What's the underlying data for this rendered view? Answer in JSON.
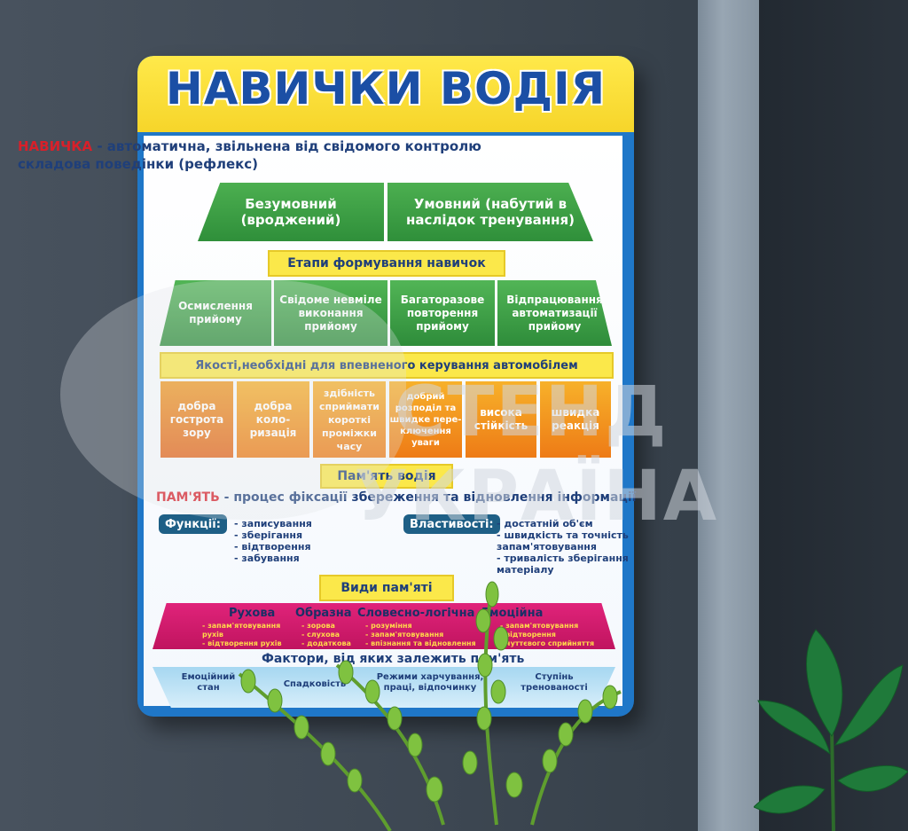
{
  "poster": {
    "title": "НАВИЧКИ ВОДІЯ",
    "definition_keyword": "НАВИЧКА",
    "definition_line1": " - автоматична, звільнена від свідомого контролю",
    "definition_line2": "складова поведінки (рефлекс)",
    "reflex_types": [
      "Безумовний (вроджений)",
      "Умовний (набутий в наслідок тренування)"
    ],
    "stages_title": "Етапи формування навичок",
    "stages": [
      "Осмислення прийому",
      "Свідоме невміле виконання прийому",
      "Багаторазове повторення прийому",
      "Відпрацювання автоматизації прийому"
    ],
    "qualities_title_part1": "Якості,",
    "qualities_title_part2": " необхідні для впевненого керування автомобілем",
    "qualities": [
      "добра гострота зору",
      "добра коло-ризація",
      "здібність сприймати короткі проміжки часу",
      "добрий розподіл та швидке пере-ключення уваги",
      "висока стійкість",
      "швидка реакція"
    ],
    "memory_title": "Пам'ять водія",
    "memory_keyword": "ПАМ'ЯТЬ",
    "memory_definition": " - процес фіксації збереження та відновлення інформації",
    "functions_label": "Функції:",
    "functions": [
      "- записування",
      "- зберігання",
      "- відтворення",
      "- забування"
    ],
    "properties_label": "Властивості:",
    "properties": [
      "- достатній об'єм",
      "- швидкість та точність",
      "  запам'ятовування",
      "- тривалість зберігання",
      "  матеріалу"
    ],
    "memory_types_title": "Види пам'яті",
    "memory_types": [
      {
        "name": "Рухова",
        "items": [
          "- запам'ятовування",
          "  рухів",
          "- відтворення рухів"
        ]
      },
      {
        "name": "Образна",
        "items": [
          "- зорова",
          "- слухова",
          "- додаткова"
        ]
      },
      {
        "name": "Словесно-логічна",
        "items": [
          "- розуміння",
          "- запам'ятовування",
          "- впізнання та відновлення"
        ]
      },
      {
        "name": "Емоційна",
        "items": [
          "- запам'ятовування",
          "- відтворення",
          "- чуттєвого сприйняття"
        ]
      }
    ],
    "factors_title": "Фактори, від яких залежить пам'ять",
    "factors": [
      "Емоційний стан",
      "Спадковість",
      "Режими харчування, праці, відпочинку",
      "Ступінь тренованості"
    ]
  },
  "watermark": {
    "line1": "СТЕНД",
    "line2": "УКРАЇНА"
  },
  "colors": {
    "wall": "#3f4a56",
    "title_blue": "#1b4fa5",
    "green": "#3aa046",
    "orange": "#f09a22",
    "magenta": "#d01c6e",
    "yellow": "#fbe84a"
  }
}
